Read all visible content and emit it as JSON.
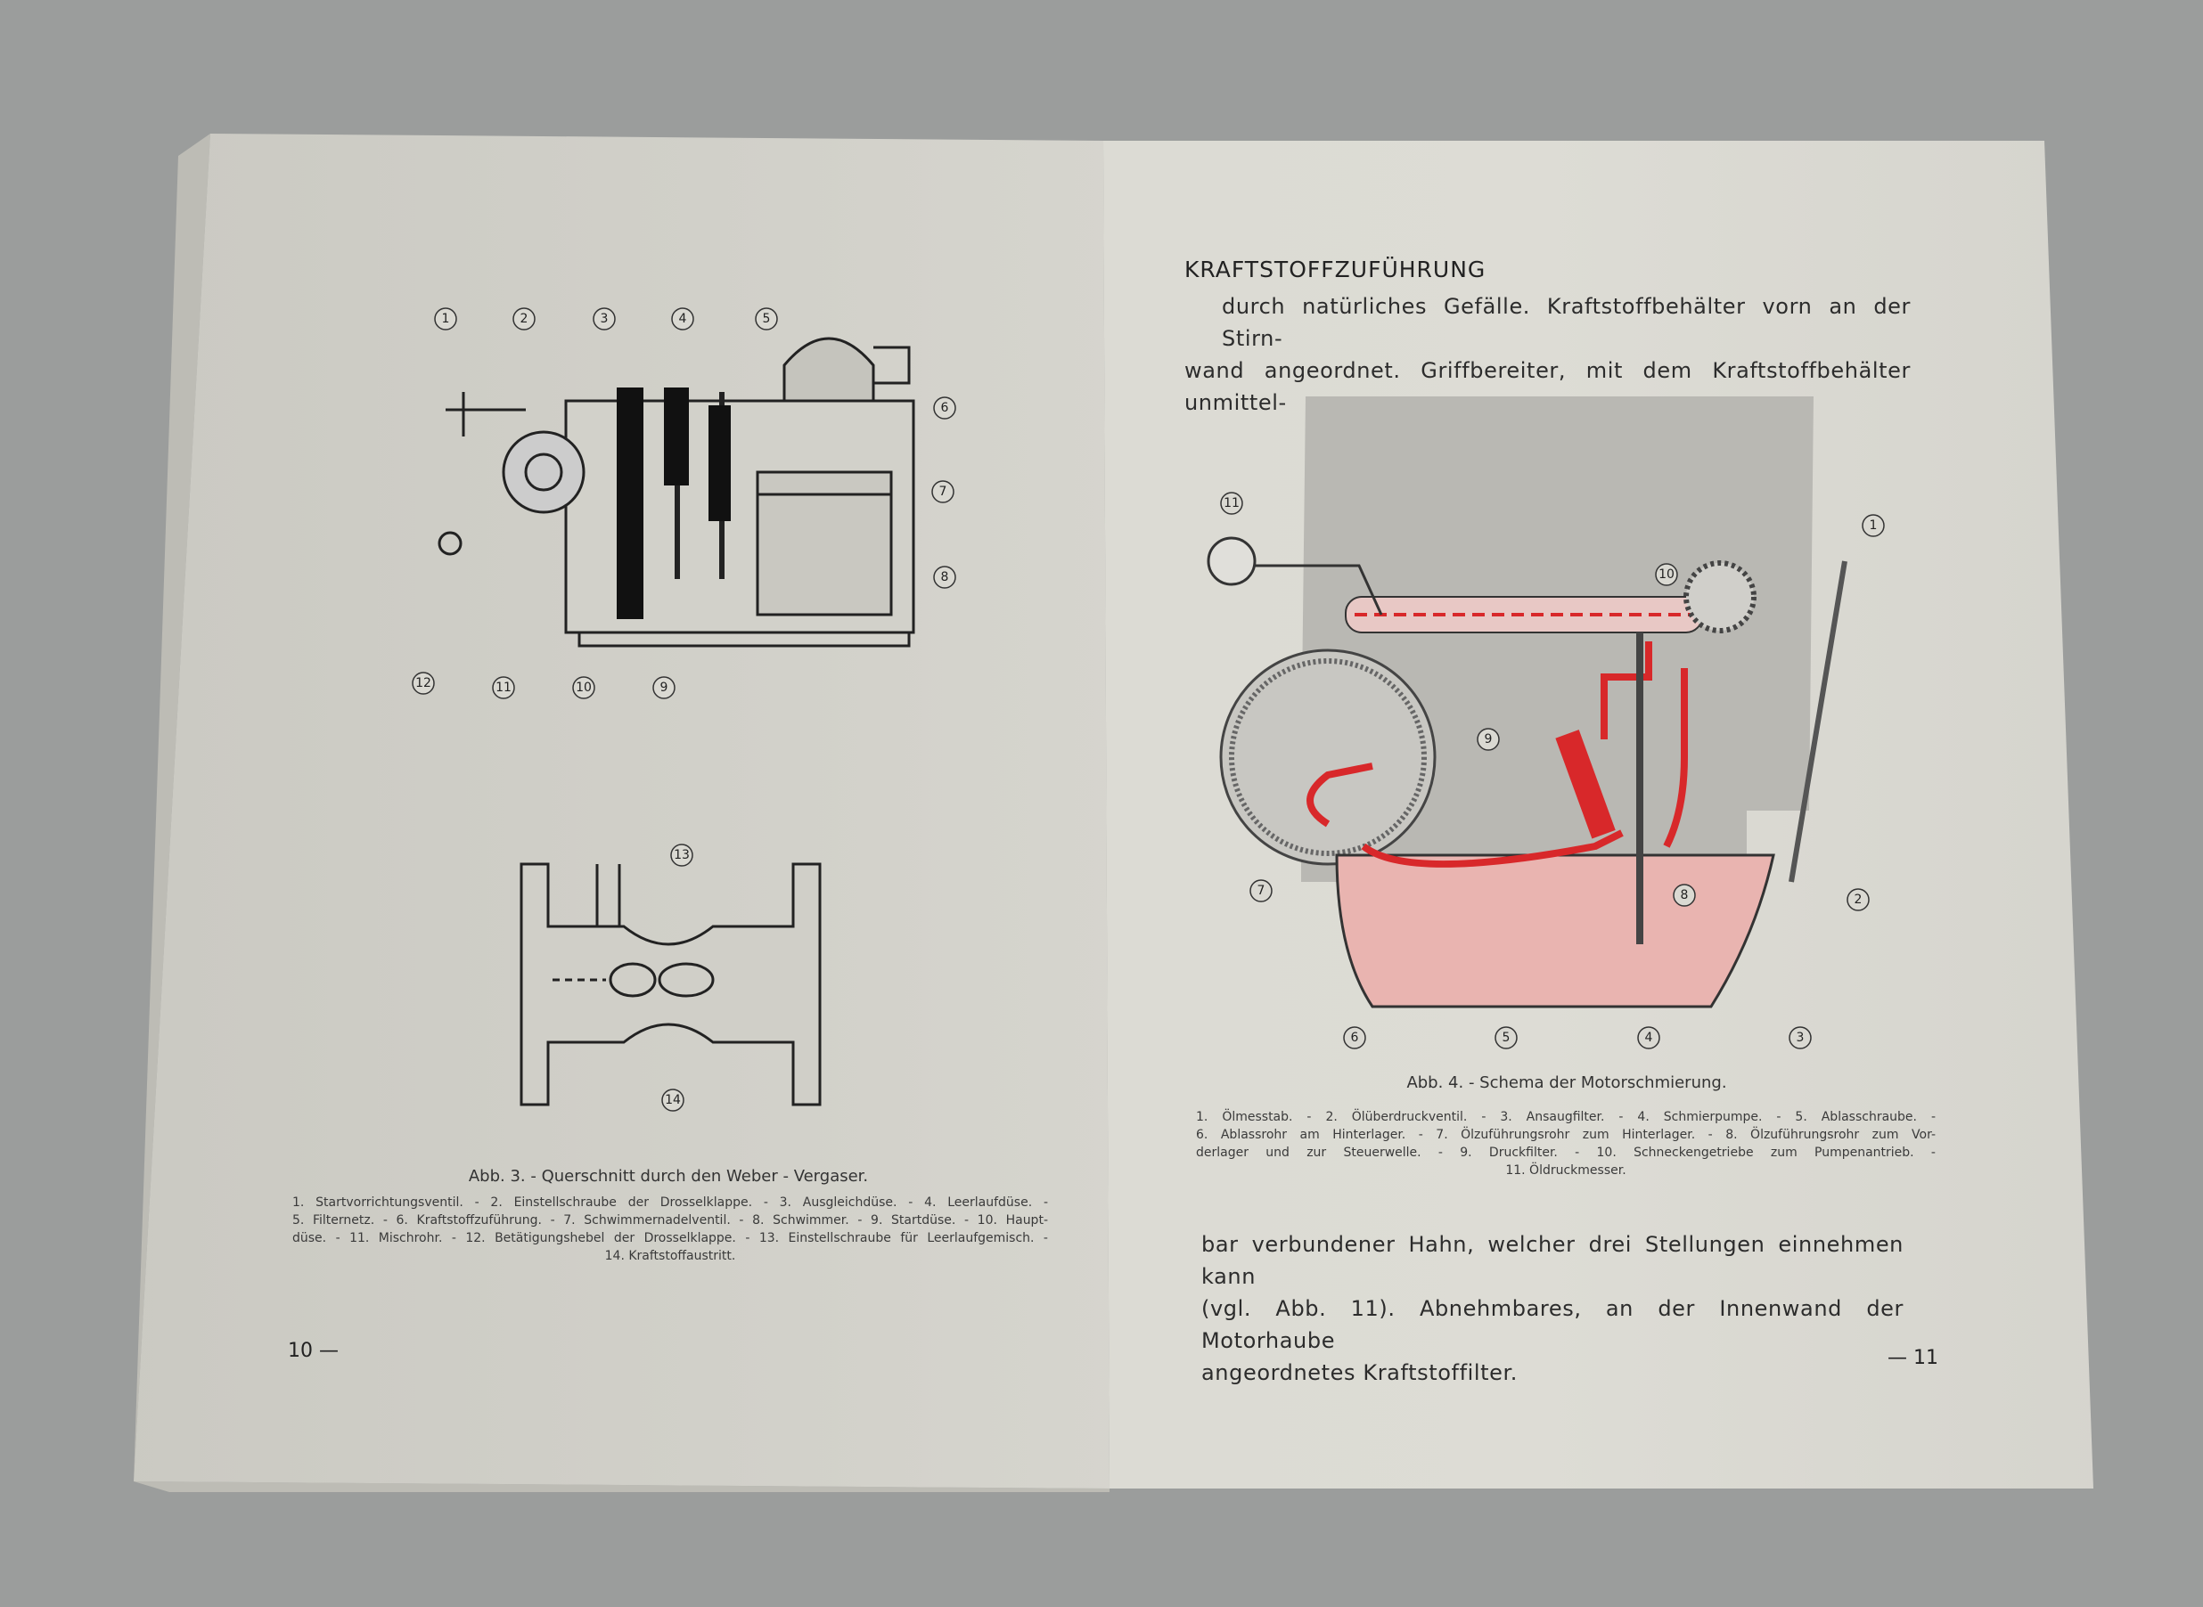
{
  "left_page": {
    "figure": {
      "callouts_top": [
        "1",
        "2",
        "3",
        "4",
        "5",
        "6",
        "7",
        "8",
        "9",
        "10",
        "11",
        "12"
      ],
      "callouts_bottom": [
        "13",
        "14"
      ],
      "caption": "Abb. 3. - Querschnitt durch den Weber - Vergaser.",
      "legend_lines": [
        "1. Startvorrichtungsventil. - 2. Einstellschraube der Drosselklappe. - 3. Ausgleichdüse. - 4. Leerlaufdüse. -",
        "5. Filternetz. - 6. Kraftstoffzuführung. - 7. Schwimmernadelventil. - 8. Schwimmer. - 9. Startdüse. - 10. Haupt-",
        "düse. - 11. Mischrohr. - 12. Betätigungshebel der Drosselklappe. - 13. Einstellschraube für Leerlaufgemisch. -",
        "14. Kraftstoffaustritt."
      ]
    },
    "page_number": "10 —"
  },
  "right_page": {
    "heading": "KRAFTSTOFFZUFÜHRUNG",
    "body_top": [
      "durch natürliches Gefälle. Kraftstoffbehälter vorn an der Stirn-",
      "wand angeordnet. Griffbereiter, mit dem Kraftstoffbehälter unmittel-"
    ],
    "figure": {
      "callouts": [
        "1",
        "2",
        "3",
        "4",
        "5",
        "6",
        "7",
        "8",
        "9",
        "10",
        "11"
      ],
      "caption": "Abb. 4. - Schema der Motorschmierung.",
      "legend_lines": [
        "1. Ölmesstab. - 2. Ölüberdruckventil. - 3. Ansaugfilter. - 4. Schmierpumpe. - 5. Ablasschraube. -",
        "6. Ablassrohr am Hinterlager. - 7. Ölzuführungsrohr zum Hinterlager. - 8. Ölzuführungsrohr zum Vor-",
        "derlager und zur Steuerwelle. - 9. Druckfilter. - 10. Schneckengetriebe zum Pumpenantrieb. -",
        "11. Öldruckmesser."
      ],
      "colors": {
        "oil": "#d8282a",
        "sump": "#e9b4b0",
        "block": "#b9b8b3"
      }
    },
    "body_bottom": [
      "bar verbundener Hahn, welcher drei Stellungen einnehmen kann",
      "(vgl. Abb. 11). Abnehmbares, an der Innenwand der Motorhaube",
      "angeordnetes Kraftstoffilter."
    ],
    "page_number": "— 11"
  }
}
